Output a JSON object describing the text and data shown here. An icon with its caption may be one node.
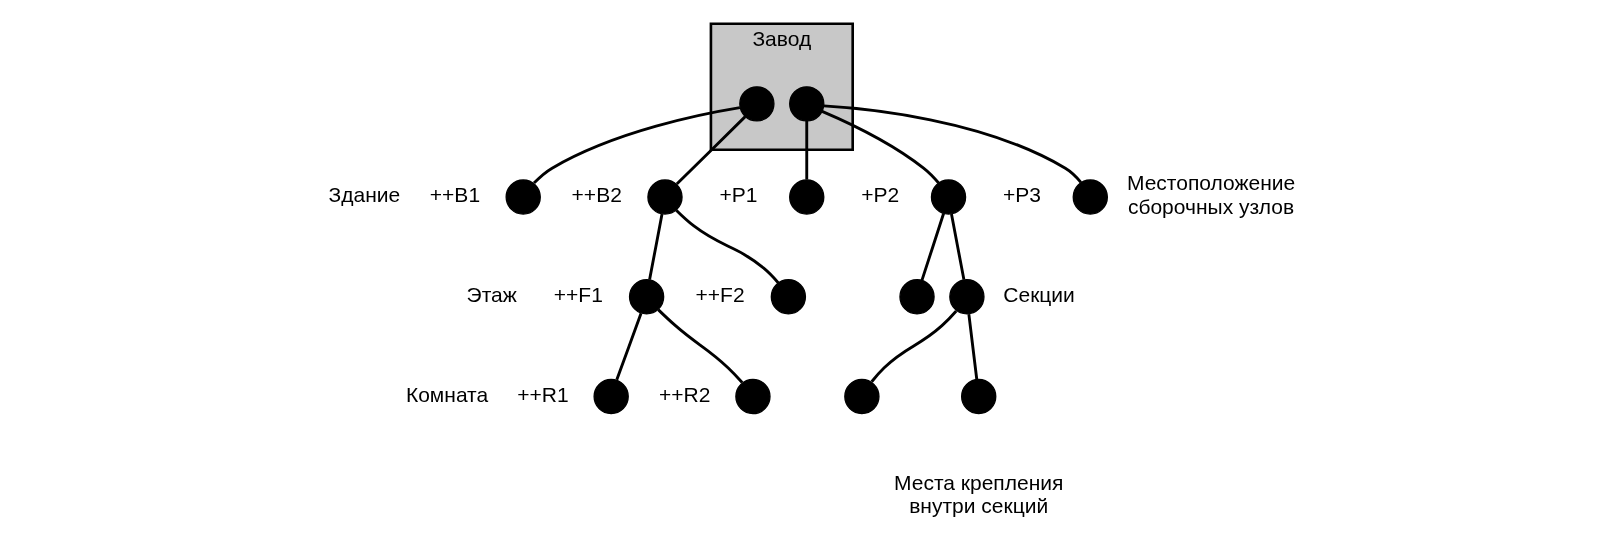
{
  "diagram": {
    "nodes": [
      {
        "text": [
          "Завод"
        ]
      },
      {
        "text": [],
        "shape": "circle",
        "in": 0
      },
      {
        "text": [],
        "shape": "circle",
        "in": 0
      },
      {
        "text": [],
        "shape": "circle",
        "beside": [
          "Здание",
          "++B1"
        ]
      },
      {
        "text": [],
        "shape": "circle",
        "beside": [
          "++B2"
        ]
      },
      {
        "text": [],
        "shape": "circle",
        "beside": [
          "+P1"
        ]
      },
      {
        "text": [],
        "shape": "circle",
        "beside": [
          "+P2"
        ]
      },
      {
        "text": [],
        "shape": "circle",
        "beside": [
          "+P3",
          "Местоположение сборочных узлов"
        ]
      },
      {
        "text": [],
        "shape": "circle",
        "beside": [
          "Этаж",
          "++F1"
        ]
      },
      {
        "text": [],
        "shape": "circle",
        "beside": [
          "++F2"
        ]
      },
      {
        "text": [],
        "shape": "circle"
      },
      {
        "text": [],
        "shape": "circle",
        "beside": [
          "Секции"
        ]
      },
      {
        "text": [],
        "shape": "circle",
        "beside": [
          "Комната",
          "++R1"
        ]
      },
      {
        "text": [],
        "shape": "circle",
        "beside": [
          "++R2"
        ]
      },
      {
        "text": [],
        "shape": "circle"
      },
      {
        "text": [],
        "shape": "circle",
        "beside": [
          "Места крепления внутри секций"
        ]
      }
    ],
    "edges": [
      {
        "from": 1,
        "to": 3,
        "arrow": "none"
      },
      {
        "from": 1,
        "to": 4,
        "arrow": "none"
      },
      {
        "from": 2,
        "to": 5,
        "arrow": "none"
      },
      {
        "from": 2,
        "to": 6,
        "arrow": "none"
      },
      {
        "from": 2,
        "to": 7,
        "arrow": "none"
      },
      {
        "from": 4,
        "to": 8,
        "arrow": "none"
      },
      {
        "from": 4,
        "to": 9,
        "arrow": "none"
      },
      {
        "from": 6,
        "to": 10,
        "arrow": "none"
      },
      {
        "from": 6,
        "to": 11,
        "arrow": "none"
      },
      {
        "from": 8,
        "to": 12,
        "arrow": "none"
      },
      {
        "from": 8,
        "to": 13,
        "arrow": "none"
      },
      {
        "from": 11,
        "to": 14,
        "arrow": "none"
      },
      {
        "from": 11,
        "to": 15,
        "arrow": "none"
      }
    ]
  }
}
